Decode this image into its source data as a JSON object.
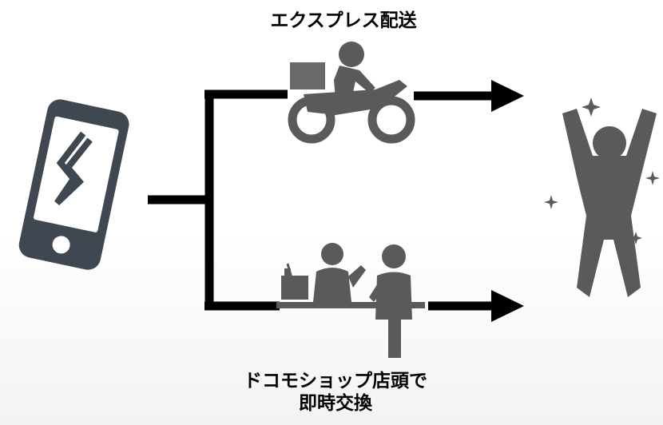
{
  "labels": {
    "express_delivery": "エクスプレス配送",
    "shop_exchange_line1": "ドコモショップ店頭で",
    "shop_exchange_line2": "即時交換"
  },
  "colors": {
    "icon_fill": "#3f4850",
    "line": "#000000",
    "person_fill": "#5a5a5a"
  }
}
